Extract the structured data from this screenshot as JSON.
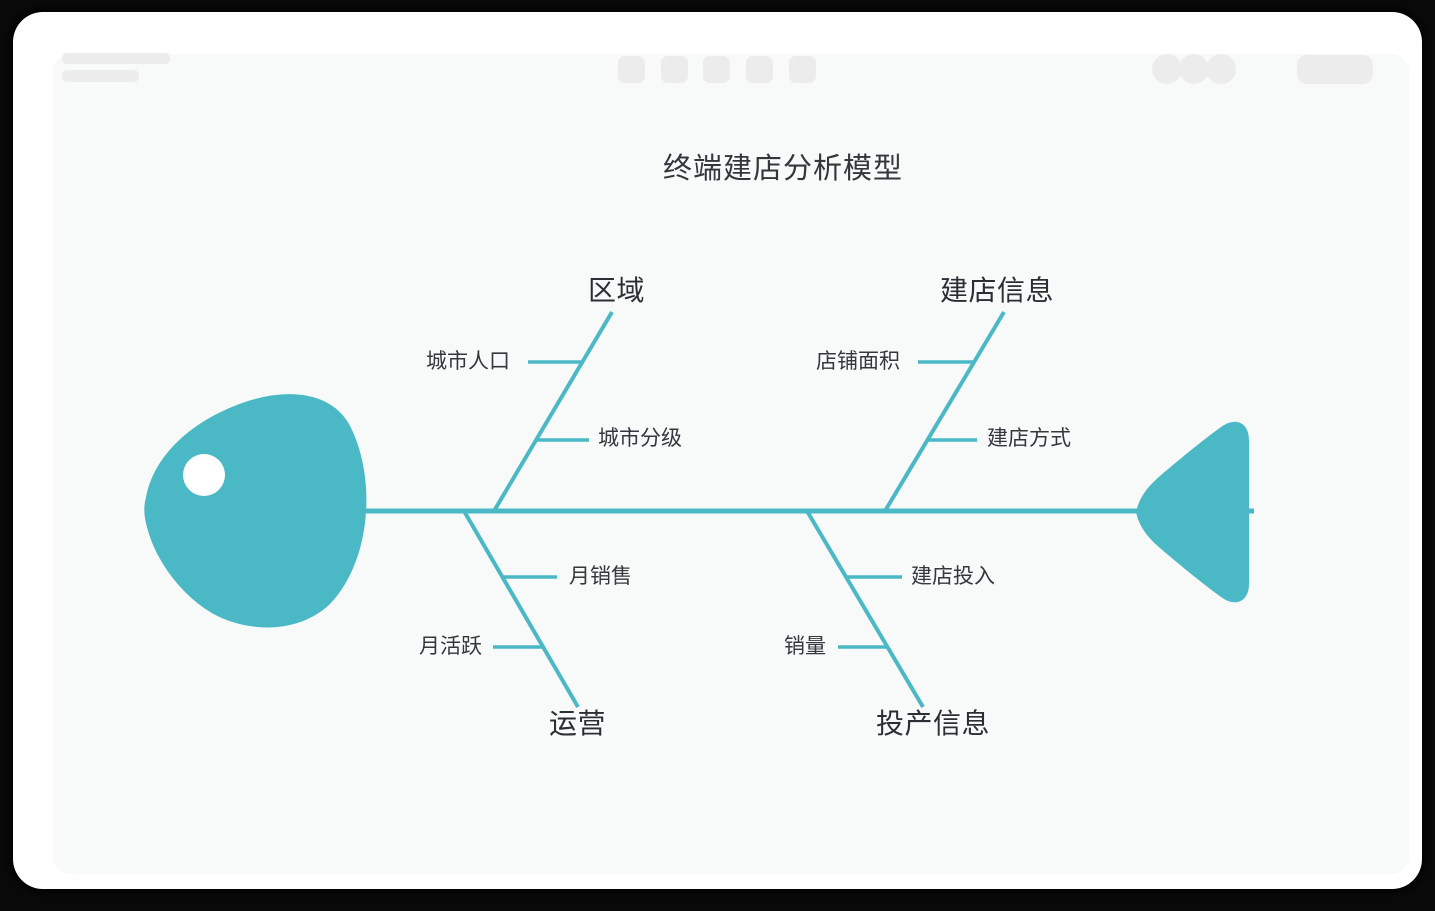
{
  "window": {
    "toolbar": {
      "placeholder_color": "#ececec",
      "logo_bars": 2,
      "tab_buttons": 5,
      "avatars": 3,
      "action_pills": 1
    }
  },
  "colors": {
    "frame": "#0a0a0a",
    "card": "#ffffff",
    "canvas": "#f8f9f9",
    "accent": "#4bb9c5",
    "text": "#2b2f34"
  },
  "diagram": {
    "type": "fishbone",
    "title": "终端建店分析模型",
    "branches": [
      {
        "position": "top-left",
        "label": "区域",
        "items": [
          "城市人口",
          "城市分级"
        ]
      },
      {
        "position": "top-right",
        "label": "建店信息",
        "items": [
          "店铺面积",
          "建店方式"
        ]
      },
      {
        "position": "bottom-left",
        "label": "运营",
        "items": [
          "月销售",
          "月活跃"
        ]
      },
      {
        "position": "bottom-right",
        "label": "投产信息",
        "items": [
          "建店投入",
          "销量"
        ]
      }
    ]
  }
}
